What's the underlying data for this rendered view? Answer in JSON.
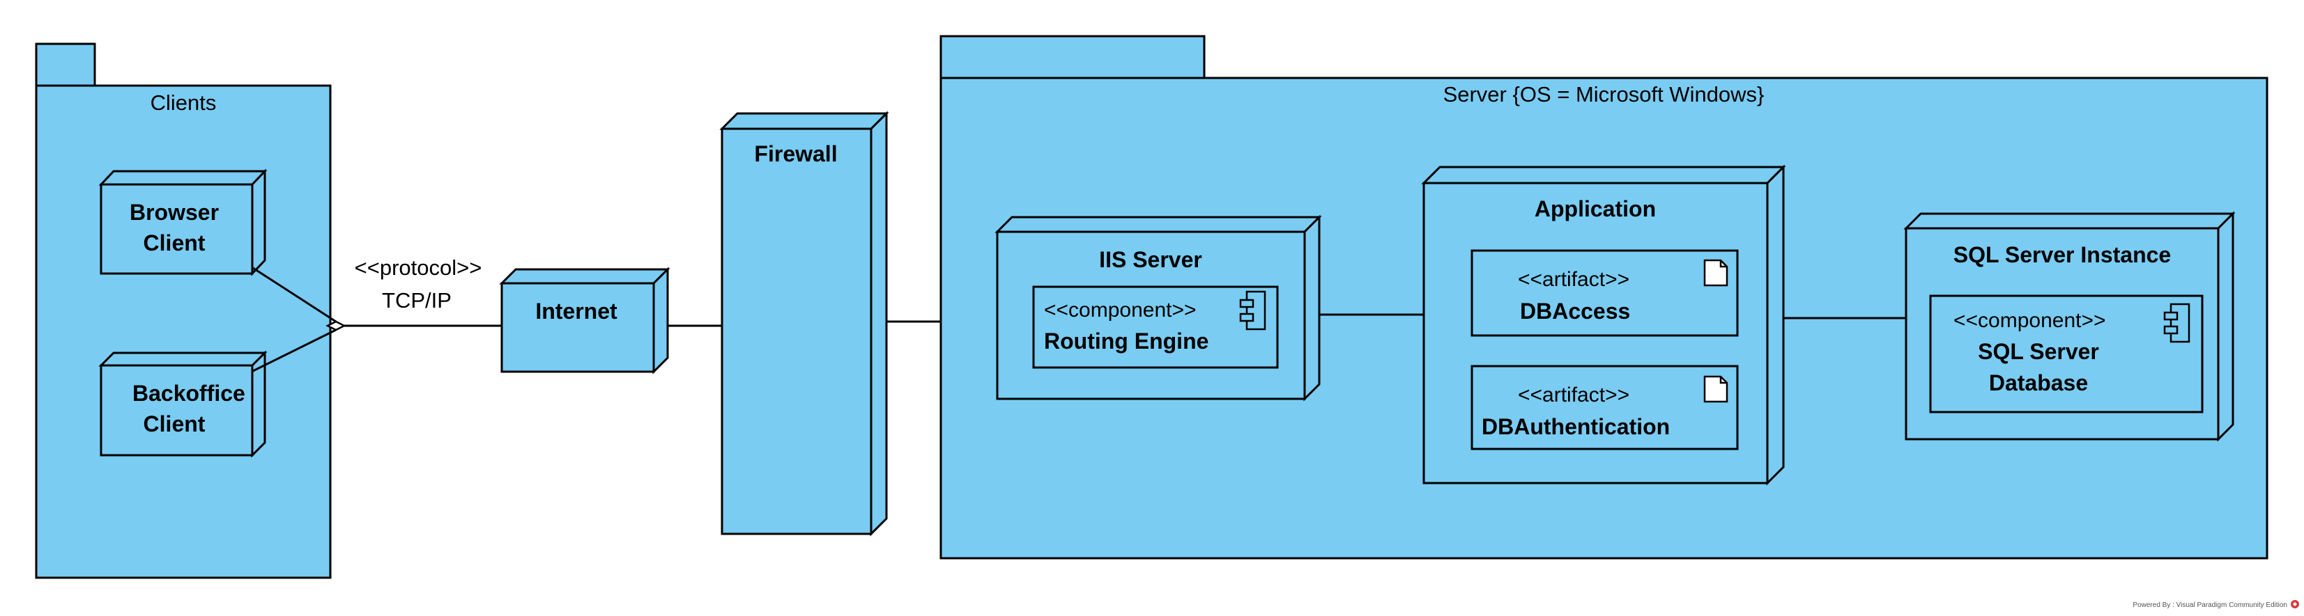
{
  "diagram": {
    "clients_package": {
      "label": "Clients"
    },
    "browser_client": {
      "line1": "Browser",
      "line2": "Client"
    },
    "backoffice_client": {
      "line1": "Backoffice",
      "line2": "Client"
    },
    "protocol_link": {
      "stereotype": "<<protocol>>",
      "label": "TCP/IP"
    },
    "internet": {
      "label": "Internet"
    },
    "firewall": {
      "label": "Firewall"
    },
    "server_package": {
      "label": "Server {OS = Microsoft Windows}"
    },
    "iis_server": {
      "label": "IIS Server",
      "component": {
        "stereotype": "<<component>>",
        "name": "Routing Engine"
      }
    },
    "application": {
      "label": "Application",
      "artifacts": [
        {
          "stereotype": "<<artifact>>",
          "name": "DBAccess"
        },
        {
          "stereotype": "<<artifact>>",
          "name": "DBAuthentication"
        }
      ]
    },
    "sql_server_instance": {
      "label": "SQL Server Instance",
      "component": {
        "stereotype": "<<component>>",
        "name_line1": "SQL Server",
        "name_line2": "Database"
      }
    },
    "footer": "Powered By : Visual Paradigm Community Edition"
  },
  "colors": {
    "node_fill": "#7accf2",
    "stroke": "#000000",
    "logo_red": "#d63a3a"
  }
}
